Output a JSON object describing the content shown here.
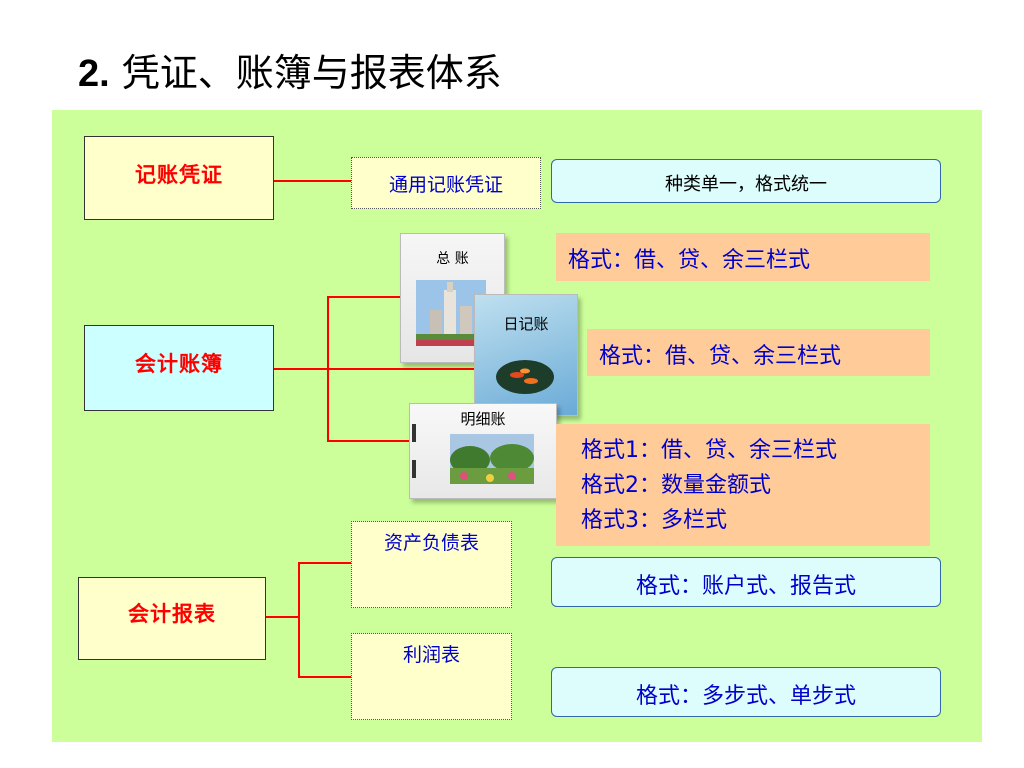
{
  "title": {
    "number": "2.",
    "text": "凭证、账簿与报表体系"
  },
  "voucher": {
    "category": "记账凭证",
    "item": "通用记账凭证",
    "format": "种类单一，格式统一"
  },
  "ledger": {
    "category": "会计账簿",
    "books": {
      "general": "总  账",
      "journal": "日记账",
      "detail": "明细账"
    },
    "format_general": "格式：借、贷、余三栏式",
    "format_journal": "格式：借、贷、余三栏式",
    "format_detail": [
      "格式1：借、贷、余三栏式",
      "格式2：数量金额式",
      "格式3：多栏式"
    ]
  },
  "report": {
    "category": "会计报表",
    "balance_sheet": "资产负债表",
    "balance_format": "格式：账户式、报告式",
    "income_statement": "利润表",
    "income_format": "格式：多步式、单步式"
  },
  "colors": {
    "panel": "#ccff99",
    "category_voucher_bg": "#ffffcc",
    "category_ledger_bg": "#ccffff",
    "category_report_bg": "#ffffcc",
    "connector": "#ff0000",
    "category_text": "#ff0000",
    "item_text": "#0000cc"
  }
}
